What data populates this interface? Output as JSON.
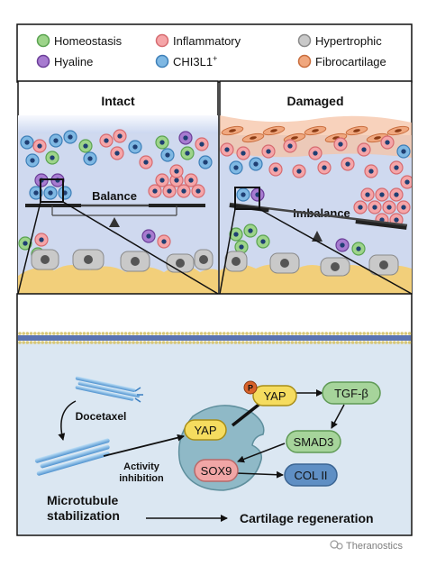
{
  "legend": {
    "items": [
      {
        "label": "Homeostasis",
        "color": "#9dd48a",
        "stroke": "#5aa350"
      },
      {
        "label": "Inflammatory",
        "color": "#f5a5a8",
        "stroke": "#d66b70"
      },
      {
        "label": "Hypertrophic",
        "color": "#c9c9c9",
        "stroke": "#8a8a8a"
      },
      {
        "label": "Hyaline",
        "color": "#a77bd0",
        "stroke": "#6b3e98"
      },
      {
        "label": "CHI3L1",
        "sup": "+",
        "color": "#7fb8e3",
        "stroke": "#3d7fb8"
      },
      {
        "label": "Fibrocartilage",
        "color": "#f0a77e",
        "stroke": "#c96d3d"
      }
    ]
  },
  "panels": {
    "intact": {
      "title": "Intact",
      "state_label": "Balance"
    },
    "damaged": {
      "title": "Damaged",
      "state_label": "Imbalance"
    }
  },
  "mechanism": {
    "drug": "Docetaxel",
    "activity_label": "Activity\ninhibition",
    "phospho_label": "P",
    "nodes": {
      "yap_nuclear": "YAP",
      "yap_p": "YAP",
      "tgfb": "TGF-β",
      "smad3": "SMAD3",
      "sox9": "SOX9",
      "col2": "COL II"
    },
    "bottom_left": "Microtubule\nstabilization",
    "bottom_right": "Cartilage regeneration"
  },
  "watermark": "Theranostics",
  "colors": {
    "tissue_bg": "#cfd9ef",
    "mechanism_bg": "#dbe7f2",
    "bone": "#f2cf7a",
    "node_green": "#a6d49b",
    "node_yellow": "#f5dc5f",
    "node_pink": "#f1a6a6",
    "node_blue": "#5f8fc4",
    "nucleus": "#8fb9c7"
  }
}
